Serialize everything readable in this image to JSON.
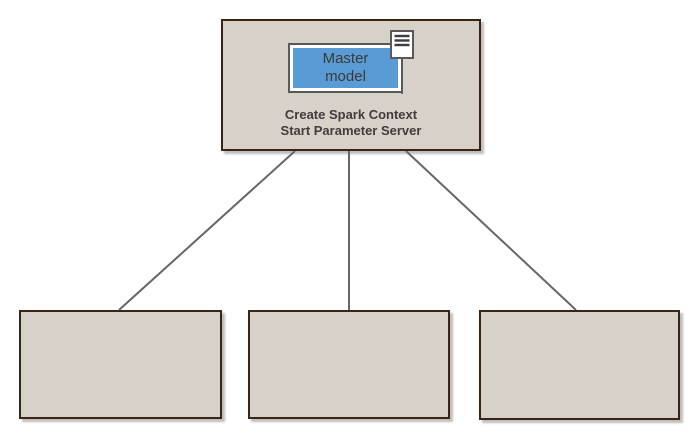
{
  "diagram": {
    "title": "Spark master-worker architecture diagram",
    "master_node": {
      "model_line1": "Master",
      "model_line2": "model",
      "caption_line1": "Create Spark Context",
      "caption_line2": "Start Parameter Server",
      "note_icon": "note-icon"
    },
    "worker_nodes": [
      {
        "label": ""
      },
      {
        "label": ""
      },
      {
        "label": ""
      }
    ],
    "colors": {
      "node_fill": "#d8d1c9",
      "node_border": "#3a2413",
      "model_fill": "#5b9bd5",
      "model_border": "#595959",
      "model_frame": "#ffffff",
      "connector": "#666666",
      "text": "#3d3d3d",
      "background": "#ffffff"
    }
  }
}
